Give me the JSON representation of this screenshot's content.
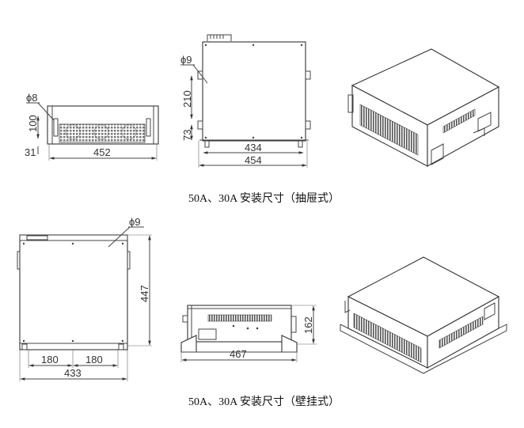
{
  "drawing_top": {
    "front_view": {
      "hole_label": "ϕ8",
      "height_dim": "100",
      "offset_dim": "31",
      "width_dim": "452"
    },
    "top_view": {
      "hole_label": "ϕ9",
      "hole_spacing_dim": "210",
      "offset_dim": "73",
      "inner_width_dim": "434",
      "outer_width_dim": "454"
    },
    "caption": "50A、30A 安装尺寸（抽屉式）"
  },
  "drawing_bottom": {
    "top_view": {
      "hole_label": "ϕ9",
      "depth_dim": "447",
      "left_spacing_dim": "180",
      "right_spacing_dim": "180",
      "width_dim": "433"
    },
    "side_view": {
      "height_dim": "162",
      "length_dim": "467"
    },
    "caption": "50A、30A 安装尺寸（壁挂式）"
  }
}
